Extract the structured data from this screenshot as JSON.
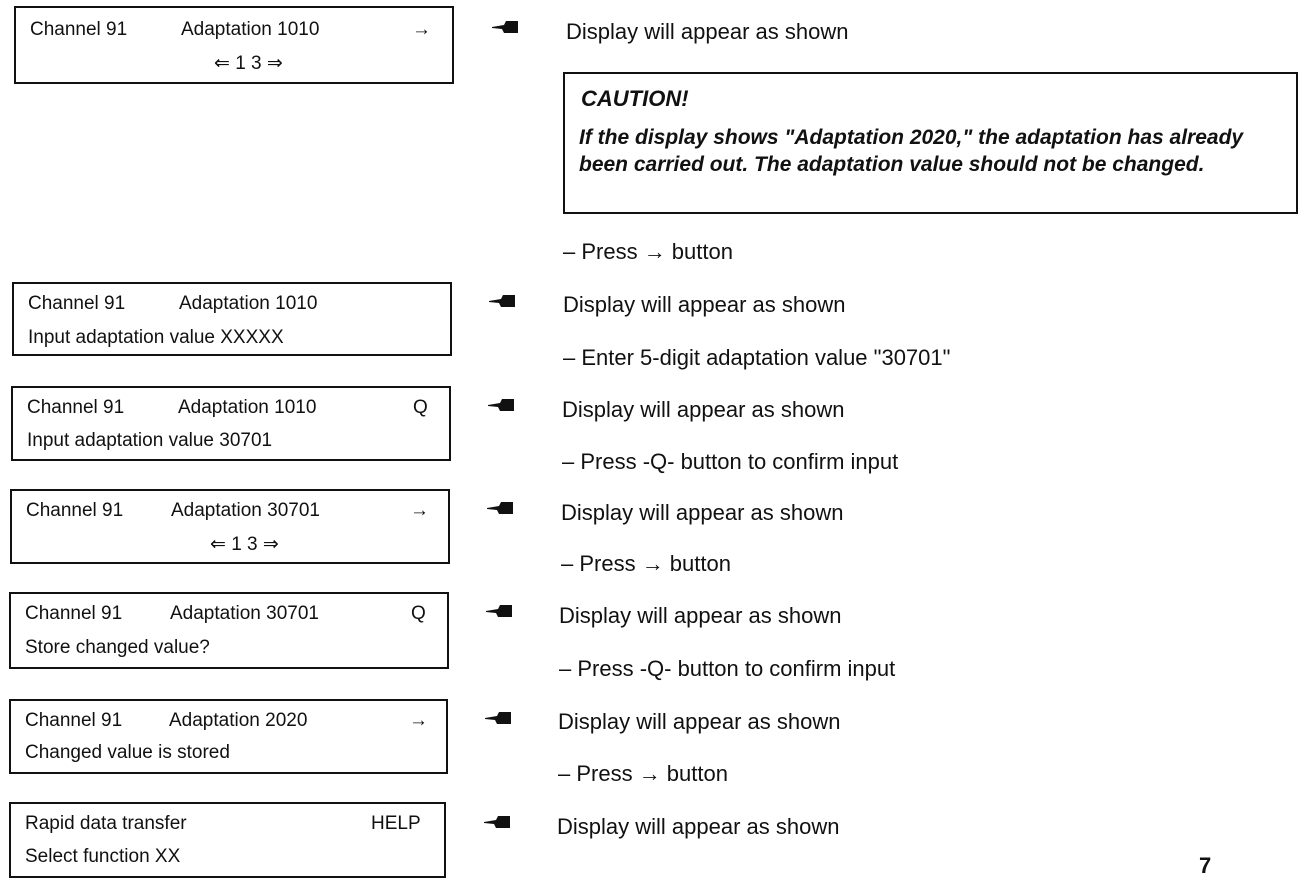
{
  "displays": [
    {
      "line1_left": "Channel 91",
      "line1_mid": "Adaptation 1010",
      "line1_right": "→",
      "line2": "⇐ 1    3 ⇒"
    },
    {
      "line1_left": "Channel 91",
      "line1_mid": "Adaptation 1010",
      "line1_right": "",
      "line2": "Input adaptation value XXXXX"
    },
    {
      "line1_left": "Channel 91",
      "line1_mid": "Adaptation 1010",
      "line1_right": "Q",
      "line2": "Input adaptation value 30701"
    },
    {
      "line1_left": "Channel 91",
      "line1_mid": "Adaptation 30701",
      "line1_right": "→",
      "line2": "⇐ 1    3 ⇒"
    },
    {
      "line1_left": "Channel 91",
      "line1_mid": "Adaptation 30701",
      "line1_right": "Q",
      "line2": "Store changed value?"
    },
    {
      "line1_left": "Channel 91",
      "line1_mid": "Adaptation 2020",
      "line1_right": "→",
      "line2": "Changed value is stored"
    },
    {
      "line1_left": "Rapid data transfer",
      "line1_mid": "",
      "line1_right": "HELP",
      "line2": "Select function XX"
    }
  ],
  "instructions": {
    "display_shown": "Display will appear as shown",
    "press_arrow": "– Press → button",
    "enter_value": "– Enter 5-digit adaptation value \"30701\"",
    "press_q": "– Press -Q- button to confirm input"
  },
  "caution": {
    "title": "CAUTION!",
    "body": "If the display shows \"Adaptation 2020,\" the adaptation has already been carried out.  The adaptation value should not be changed."
  },
  "page_number": "7"
}
